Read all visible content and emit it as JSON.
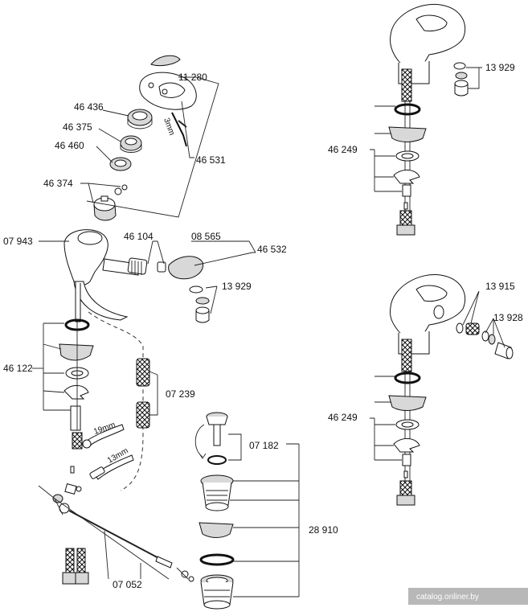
{
  "labels": {
    "p11280": "11 280",
    "p46436": "46 436",
    "p46375": "46 375",
    "p46460": "46 460",
    "p46531": "46 531",
    "p46374": "46 374",
    "p07943": "07 943",
    "p46104": "46 104",
    "p08565": "08 565",
    "p46532": "46 532",
    "p13929a": "13 929",
    "p46122": "46 122",
    "p07239": "07 239",
    "p07182": "07 182",
    "p28910": "28 910",
    "p07052": "07 052",
    "p13929b": "13 929",
    "p46249a": "46 249",
    "p13915": "13 915",
    "p13928": "13 928",
    "p46249b": "46 249"
  },
  "dimensions": {
    "hex3": "3mm",
    "wrench19": "19mm",
    "wrench13": "13mm"
  },
  "watermark": "catalog.onliner.by"
}
